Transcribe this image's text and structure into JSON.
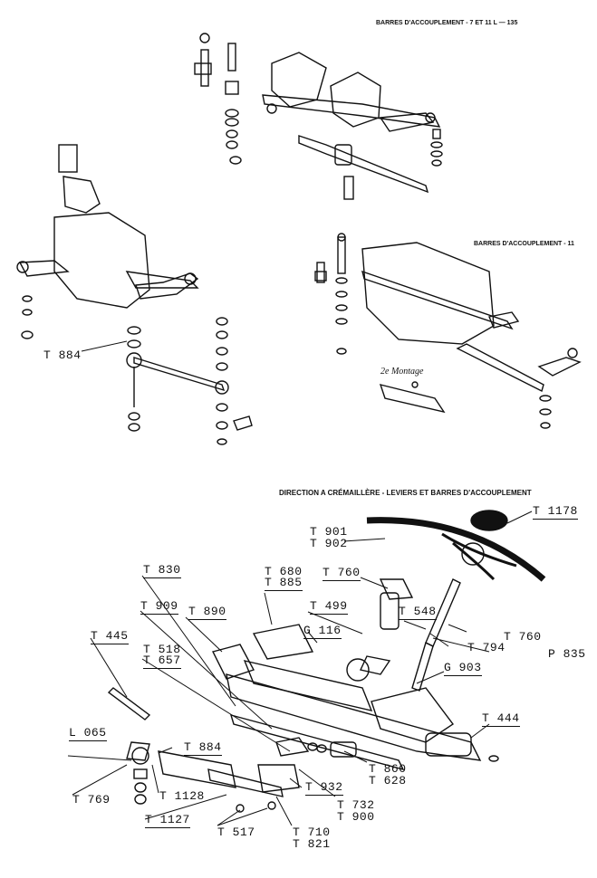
{
  "headers": {
    "top_right": "BARRES D'ACCOUPLEMENT - 7 ET 11 L — 135",
    "mid_right": "BARRES D'ACCOUPLEMENT - 11",
    "section": "DIRECTION A CRÉMAILLÈRE - LEVIERS ET BARRES D'ACCOUPLEMENT"
  },
  "annotations": {
    "montage": "2e Montage"
  },
  "labels": {
    "t884_top": "T 884",
    "t1178": "T 1178",
    "t901": "T 901",
    "t902": "T 902",
    "t830": "T 830",
    "t680": "T 680",
    "t885": "T 885",
    "t760a": "T 760",
    "t499": "T 499",
    "t909": "T 909",
    "t890": "T 890",
    "g116": "G 116",
    "t548": "T 548",
    "t760b": "T 760",
    "t794": "T 794",
    "p835": "P 835",
    "t445": "T 445",
    "t518": "T 518",
    "t657": "T 657",
    "g903": "G 903",
    "t444": "T 444",
    "l065": "L 065",
    "t884": "T 884",
    "t860": "T 860",
    "t628": "T 628",
    "t769": "T 769",
    "t1128": "T 1128",
    "t932": "T 932",
    "t732": "T 732",
    "t900": "T 900",
    "t1127": "T 1127",
    "t517": "T 517",
    "t710": "T 710",
    "t821": "T 821"
  }
}
